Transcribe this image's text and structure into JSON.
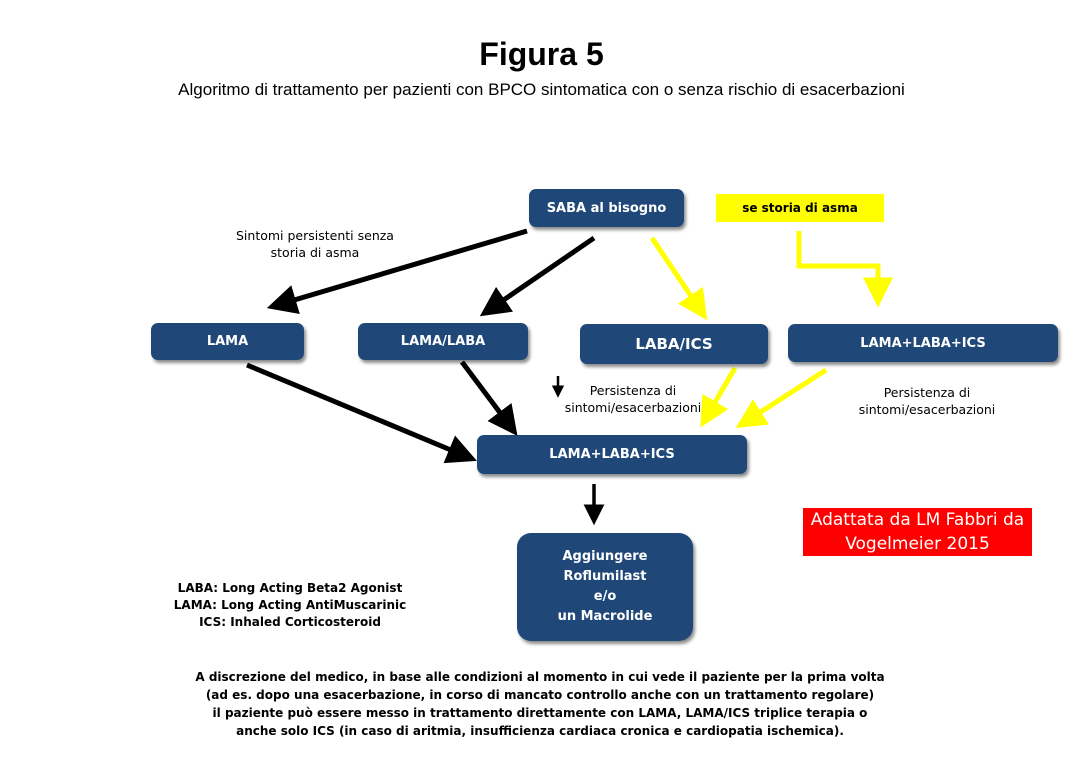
{
  "header": {
    "title": "Figura 5",
    "subtitle": "Algoritmo di trattamento per pazienti con BPCO sintomatica con o senza rischio di esacerbazioni"
  },
  "nodes": {
    "saba": "SABA al bisogno",
    "lama": "LAMA",
    "lama_laba": "LAMA/LABA",
    "laba_ics": "LABA/ICS",
    "lama_laba_ics_right": "LAMA+LABA+ICS",
    "lama_laba_ics_center": "LAMA+LABA+ICS",
    "final": [
      "Aggiungere",
      "Roflumilast",
      "e/o",
      "un Macrolide"
    ]
  },
  "labels": {
    "sintomi": [
      "Sintomi persistenti senza",
      "storia di asma"
    ],
    "asma_tag": "se storia di asma",
    "persistenza_center": [
      "Persistenza di",
      "sintomi/esacerbazioni"
    ],
    "persistenza_right": [
      "Persistenza di",
      "sintomi/esacerbazioni"
    ]
  },
  "source": [
    "Adattata da LM Fabbri da",
    "Vogelmeier 2015"
  ],
  "legend": [
    "LABA: Long Acting Beta2 Agonist",
    "LAMA: Long Acting AntiMuscarinic",
    "ICS: Inhaled Corticosteroid"
  ],
  "note": [
    "A discrezione del medico, in base alle condizioni al momento in cui vede il paziente per la prima volta",
    "(ad es. dopo una esacerbazione, in corso di mancato controllo anche con un trattamento regolare)",
    "il paziente può essere messo in trattamento direttamente con LAMA, LAMA/ICS triplice terapia o",
    "anche solo ICS (in caso di aritmia, insufficienza cardiaca cronica e cardiopatia ischemica)."
  ],
  "colors": {
    "box": "#1f4879",
    "yellow": "#ffff00",
    "red": "#ff0000",
    "arrow_black": "#000000"
  }
}
